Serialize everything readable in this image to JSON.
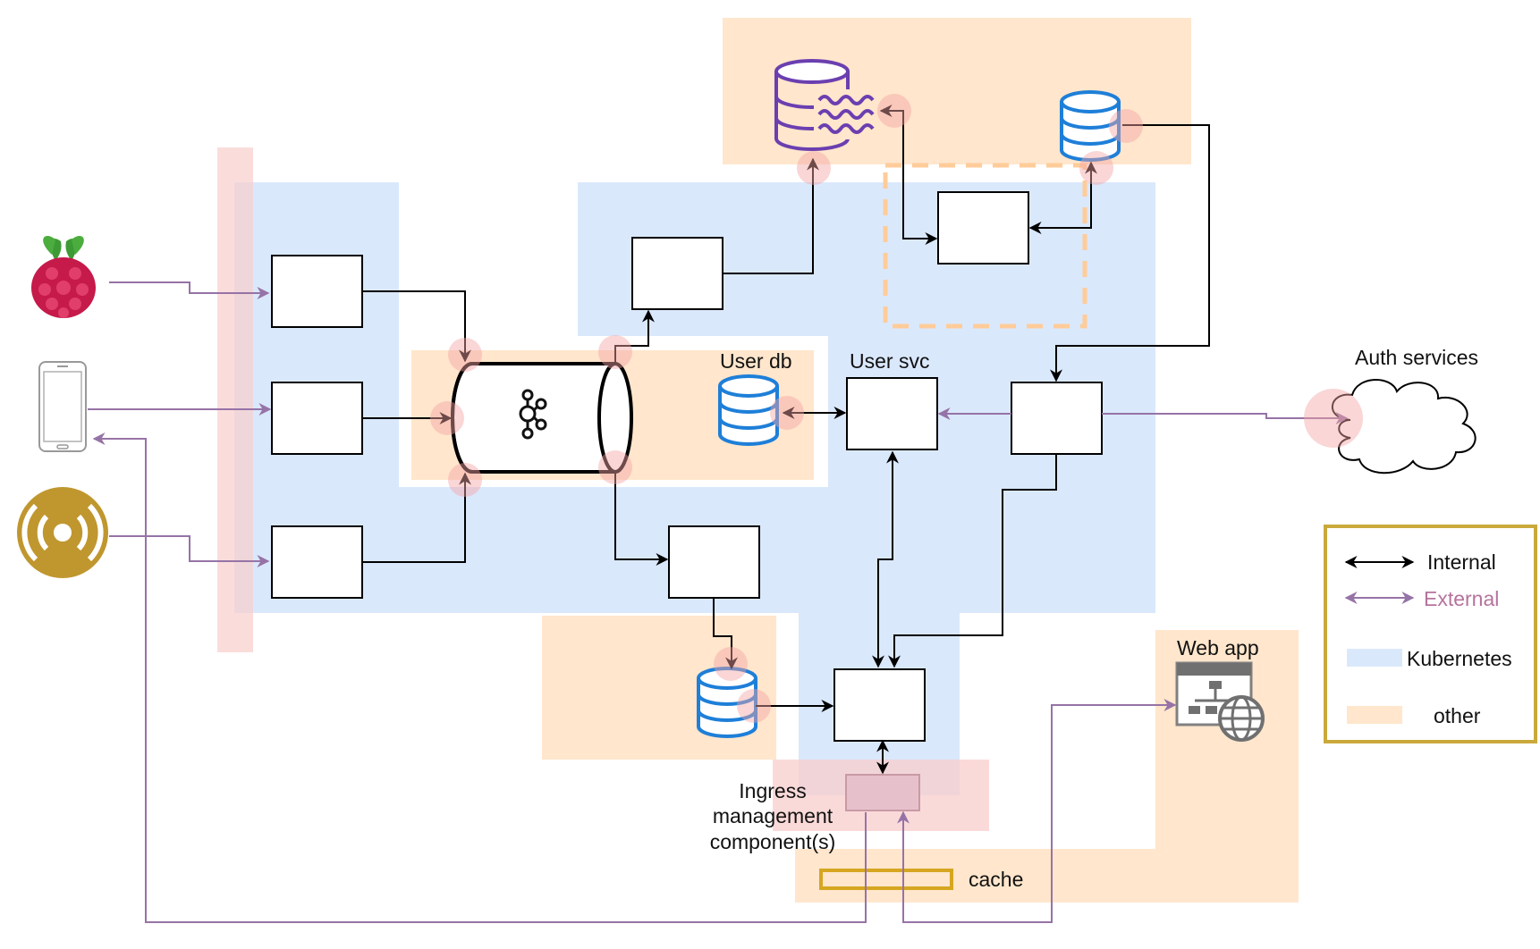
{
  "colors": {
    "kubernetes_zone": "#dae8fc",
    "other_zone": "#ffe6cc",
    "ingress_zone": "#f8cecc",
    "internal_arrow": "#000000",
    "external_arrow": "#9673a6",
    "external_text": "#b5739d",
    "legend_border": "#c9a93b",
    "cache_border": "#d6a620",
    "db_blue": "#1e7fd8",
    "timeseries_db": "#6b3fb0",
    "broker_icon": "#111111",
    "port_marker": "#f4a5a5"
  },
  "labels": {
    "user_db": "User db",
    "user_svc": "User svc",
    "auth_services": "Auth services",
    "web_app": "Web app",
    "ingress_line1": "Ingress",
    "ingress_line2": "management",
    "ingress_line3": "component(s)",
    "cache": "cache"
  },
  "legend": {
    "internal": "Internal",
    "external": "External",
    "kubernetes": "Kubernetes",
    "other": "other"
  },
  "icons": {
    "raspberry_pi": "raspberry-pi-icon",
    "smartphone": "smartphone-icon",
    "wireless_sensor": "wireless-sensor-icon",
    "message_broker": "kafka-icon",
    "timeseries_database": "timeseries-database-icon",
    "database": "database-icon",
    "cloud": "cloud-icon",
    "web_app": "web-app-icon"
  }
}
